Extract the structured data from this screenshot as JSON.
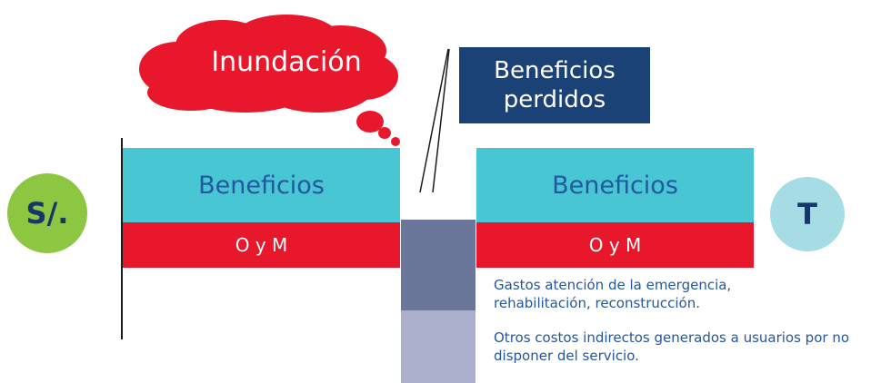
{
  "cloud": {
    "label": "Inundación",
    "color": "#e8172b"
  },
  "lost_benefits": {
    "line1": "Beneficios",
    "line2": "perdidos",
    "color": "#1a4277"
  },
  "currency_circle": {
    "label": "S/.",
    "color": "#8dc640"
  },
  "time_circle": {
    "label": "T",
    "color": "#a6dde5"
  },
  "before_flood": {
    "benefits_label": "Beneficios",
    "om_label": "O y M"
  },
  "after_flood": {
    "benefits_label": "Beneficios",
    "om_label": "O y M"
  },
  "gap": {
    "emergency_color": "#6b769b",
    "indirect_color": "#abafcb"
  },
  "notes": {
    "emergency": "Gastos atención de la emergencia, rehabilitación, reconstrucción.",
    "indirect": "Otros costos indirectos generados a usuarios por no disponer del servicio."
  },
  "colors": {
    "benefits": "#48c6d4",
    "om": "#e8172b",
    "text_blue": "#24579f"
  }
}
